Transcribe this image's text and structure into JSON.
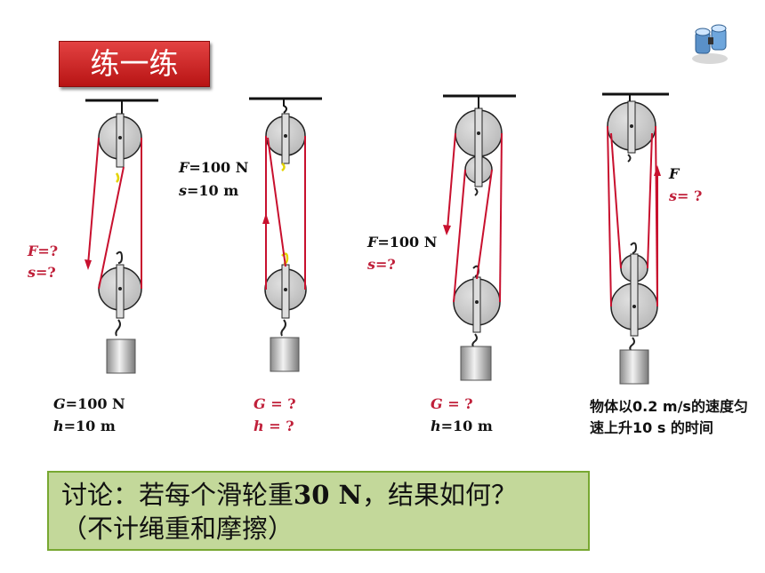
{
  "title": "练一练",
  "binoculars_icon": "binoculars-icon",
  "figures": [
    {
      "force_label": {
        "var": "F",
        "text": "=?"
      },
      "distance_label": {
        "var": "s",
        "text": "=?"
      },
      "given_G": {
        "var": "G",
        "text": "=100 N"
      },
      "given_h": {
        "var": "h",
        "text": "=10 m"
      }
    },
    {
      "force_label": {
        "var": "F",
        "text": "=100 N"
      },
      "distance_label": {
        "var": "s",
        "text": "=10 m"
      },
      "given_G": {
        "var": "G",
        "text": " = ?"
      },
      "given_h": {
        "var": "h",
        "text": " = ?"
      }
    },
    {
      "force_label": {
        "var": "F",
        "text": "=100 N"
      },
      "distance_label": {
        "var": "s",
        "text": "=?"
      },
      "given_G": {
        "var": "G",
        "text": " = ?"
      },
      "given_h": {
        "var": "h",
        "text": "=10 m"
      }
    },
    {
      "force_label": {
        "var": "F",
        "text": ""
      },
      "distance_label": {
        "var": "s",
        "text": "= ?"
      },
      "description": "物体以0.2 m/s的速度匀速上升10 s 的时间"
    }
  ],
  "discussion": {
    "line1_prefix": "讨论：若每个滑轮重",
    "line1_bold": "30 N",
    "line1_suffix": "，结果如何？",
    "line2": "（不计绳重和摩擦）"
  },
  "colors": {
    "rope": "#c8102e",
    "pulley": "#c8c8c8",
    "label_red": "#c0203a",
    "title_bg": "#c81e1e",
    "discussion_bg": "#c3d89a"
  }
}
